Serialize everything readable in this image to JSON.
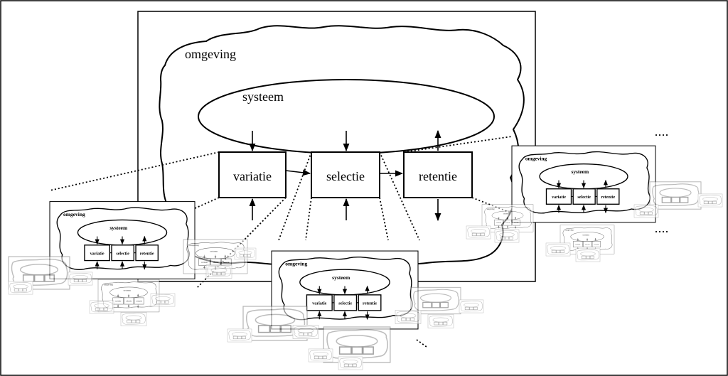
{
  "diagram": {
    "environment_label": "omgeving",
    "system_label": "systeem",
    "process_labels": [
      "variatie",
      "selectie",
      "retentie"
    ]
  }
}
